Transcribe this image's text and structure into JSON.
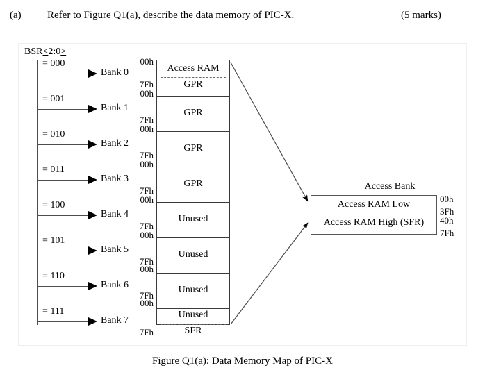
{
  "question": {
    "label": "(a)",
    "text": "Refer to Figure Q1(a), describe the data memory of PIC-X.",
    "marks": "(5 marks)"
  },
  "figure": {
    "caption": "Figure Q1(a): Data Memory Map of PIC-X",
    "bsr_label_prefix": "BSR",
    "bsr_label_open": "<",
    "bsr_label_bits": "2:0",
    "bsr_label_close": ">",
    "banks": [
      {
        "code": "= 000",
        "name": "Bank 0",
        "addr_top": "00h",
        "addr_bottom": "7Fh"
      },
      {
        "code": "= 001",
        "name": "Bank 1",
        "addr_top": "00h",
        "addr_bottom": "7Fh"
      },
      {
        "code": "= 010",
        "name": "Bank 2",
        "addr_top": "00h",
        "addr_bottom": "7Fh"
      },
      {
        "code": "= 011",
        "name": "Bank 3",
        "addr_top": "00h",
        "addr_bottom": "7Fh"
      },
      {
        "code": "= 100",
        "name": "Bank 4",
        "addr_top": "00h",
        "addr_bottom": "7Fh"
      },
      {
        "code": "= 101",
        "name": "Bank 5",
        "addr_top": "00h",
        "addr_bottom": "7Fh"
      },
      {
        "code": "= 110",
        "name": "Bank 6",
        "addr_top": "00h",
        "addr_bottom": "7Fh"
      },
      {
        "code": "= 111",
        "name": "Bank 7",
        "addr_top": "00h",
        "addr_bottom": "7Fh"
      }
    ],
    "memory_cells": [
      {
        "upper": "Access RAM",
        "lower": "GPR",
        "split": true
      },
      {
        "upper": "GPR",
        "lower": "",
        "split": false
      },
      {
        "upper": "GPR",
        "lower": "",
        "split": false
      },
      {
        "upper": "GPR",
        "lower": "",
        "split": false
      },
      {
        "upper": "Unused",
        "lower": "",
        "split": false
      },
      {
        "upper": "Unused",
        "lower": "",
        "split": false
      },
      {
        "upper": "Unused",
        "lower": "",
        "split": false
      },
      {
        "upper": "Unused",
        "lower": "SFR",
        "split": true
      }
    ],
    "access_bank": {
      "title": "Access Bank",
      "low_label": "Access RAM Low",
      "high_label": "Access RAM High (SFR)",
      "addr_00": "00h",
      "addr_3f": "3Fh",
      "addr_40": "40h",
      "addr_7f": "7Fh"
    },
    "colors": {
      "line": "#3a3a3a",
      "dash": "#6b6b6b",
      "thin": "#555555",
      "text": "#000000"
    }
  }
}
